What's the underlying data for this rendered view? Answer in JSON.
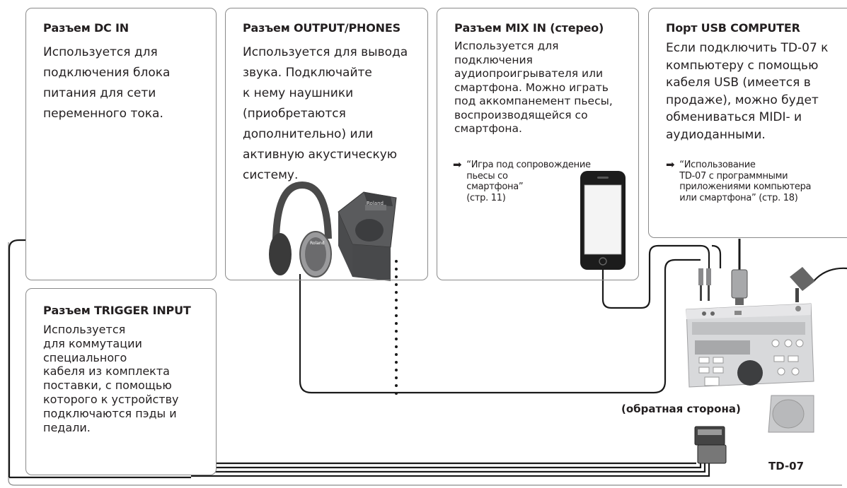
{
  "boxes": {
    "dc_in": {
      "title": "Разъем DC IN",
      "body": "Используется для\nподключения блока\nпитания для сети\nпеременного тока."
    },
    "output": {
      "title": "Разъем OUTPUT/PHONES",
      "body": "Используется для вывода\nзвука. Подключайте\nк нему наушники\n(приобретаются\nдополнительно) или\nактивную акустическую\nсистему."
    },
    "mix_in": {
      "title": "Разъем MIX IN (стерео)",
      "body": "Используется для\nподключения\nаудиопроигрывателя или\nсмартфона. Можно играть\nпод аккомпанемент пьесы,\nвоспроизводящейся со\nсмартфона.",
      "reference": "“Игра под сопровождение\nпьесы со\nсмартфона”\n(стр. 11)"
    },
    "usb": {
      "title": "Порт USB COMPUTER",
      "body": "Если подключить TD-07 к\nкомпьютеру с помощью\nкабеля USB (имеется в\nпродаже), можно будет\nобмениваться MIDI- и\nаудиоданными.",
      "reference": "“Использование\nTD-07 с программными\nприложениями компьютера\nили смартфона” (стр. 18)"
    },
    "trigger": {
      "title": "Разъем TRIGGER INPUT",
      "body": "Используется\nдля коммутации\nспециального\nкабеля из комплекта\nпоставки, с помощью\nкоторого к устройству\nподключаются пэды и\nпедали."
    }
  },
  "labels": {
    "back_side": "(обратная сторона)",
    "device": "TD-07"
  },
  "product_text": {
    "headphones_brand": "Roland",
    "speaker_brand": "Roland"
  },
  "colors": {
    "cable": "#1a1a1a",
    "border": "#8a8a8a",
    "device_body": "#cfd0d2"
  },
  "icons": [
    "arrow-right-icon",
    "ac-adapter-icon",
    "headphones-icon",
    "speaker-icon",
    "smartphone-icon",
    "td07-module-icon",
    "trigger-connector-icon",
    "usb-plug-icon"
  ]
}
